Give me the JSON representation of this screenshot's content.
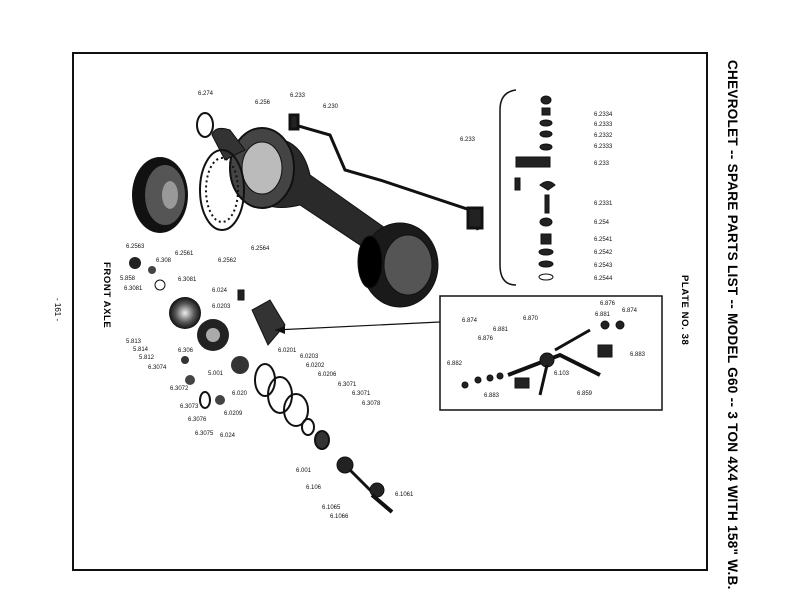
{
  "title": "CHEVROLET -- SPARE PARTS LIST -- MODEL G60 -- 3 TON 4X4 WITH 158\" W.B.",
  "plate": "PLATE NO. 38",
  "section": "FRONT AXLE",
  "page_number": "- 161 -",
  "labels": {
    "p6274": "6.274",
    "p6256": "6.256",
    "p6233a": "6.233",
    "p6230": "6.230",
    "p6233b": "6.233",
    "p62334": "6.2334",
    "p62333": "6.2333",
    "p62332": "6.2332",
    "p62335": "6.2333",
    "p6233c": "6.233",
    "p62331": "6.2331",
    "p6254": "6.254",
    "p62541": "6.2541",
    "p62542": "6.2542",
    "p62543": "6.2543",
    "p62544": "6.2544",
    "p62563": "6.2563",
    "p62561": "6.2561",
    "p62562": "6.2562",
    "p62564": "6.2564",
    "p5858": "5.858",
    "p6308": "6.308",
    "p63081a": "6.3081",
    "p63081b": "6.3081",
    "p6024a": "6.024",
    "p60203a": "6.0203",
    "p5813": "5.813",
    "p5814": "5.814",
    "p5812": "5.812",
    "p63074": "6.3074",
    "p6306": "6.306",
    "p5001": "5.001",
    "p6020": "6.020",
    "p60201": "6.0201",
    "p60203b": "6.0203",
    "p60202": "6.0202",
    "p60206": "6.0206",
    "p63071a": "6.3071",
    "p63071b": "6.3071",
    "p63078": "6.3078",
    "p63072": "6.3072",
    "p63073": "6.3073",
    "p63076": "6.3076",
    "p63075": "6.3075",
    "p60209": "6.0209",
    "p6024b": "6.024",
    "p6001": "6.001",
    "p6106": "6.106",
    "p61061": "6.1061",
    "p61065": "6.1065",
    "p61066": "6.1066",
    "p6876a": "6.876",
    "p6881a": "6.881",
    "p6874a": "6.874",
    "p6870": "6.870",
    "p6881b": "6.881",
    "p6874b": "6.874",
    "p6876b": "6.876",
    "p6882": "6.882",
    "p6883a": "6.883",
    "p6883b": "6.883",
    "p6103": "6.103",
    "p6859": "6.859"
  }
}
